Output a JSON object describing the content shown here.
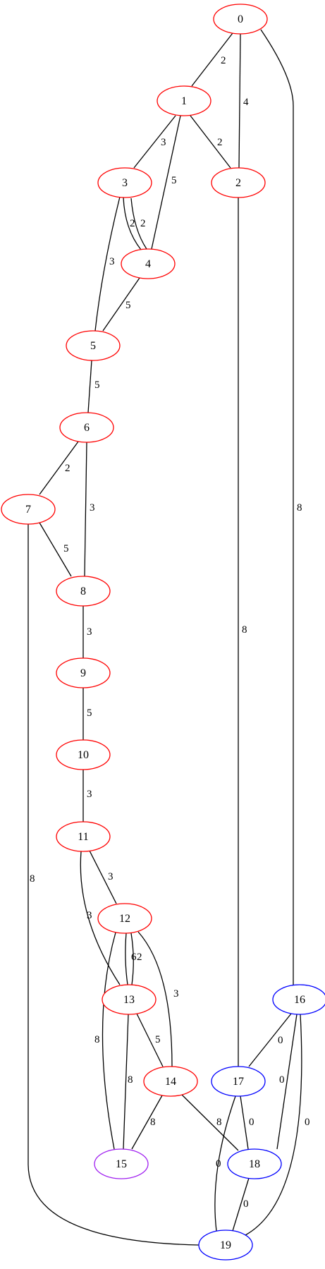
{
  "colors": {
    "red": "#ff0000",
    "blue": "#0000ff",
    "purple": "#a020f0",
    "edge": "#000000"
  },
  "nodes": [
    {
      "id": "0",
      "label": "0",
      "color": "red"
    },
    {
      "id": "1",
      "label": "1",
      "color": "red"
    },
    {
      "id": "2",
      "label": "2",
      "color": "red"
    },
    {
      "id": "3",
      "label": "3",
      "color": "red"
    },
    {
      "id": "4",
      "label": "4",
      "color": "red"
    },
    {
      "id": "5",
      "label": "5",
      "color": "red"
    },
    {
      "id": "6",
      "label": "6",
      "color": "red"
    },
    {
      "id": "7",
      "label": "7",
      "color": "red"
    },
    {
      "id": "8",
      "label": "8",
      "color": "red"
    },
    {
      "id": "9",
      "label": "9",
      "color": "red"
    },
    {
      "id": "10",
      "label": "10",
      "color": "red"
    },
    {
      "id": "11",
      "label": "11",
      "color": "red"
    },
    {
      "id": "12",
      "label": "12",
      "color": "red"
    },
    {
      "id": "13",
      "label": "13",
      "color": "red"
    },
    {
      "id": "14",
      "label": "14",
      "color": "red"
    },
    {
      "id": "15",
      "label": "15",
      "color": "purple"
    },
    {
      "id": "16",
      "label": "16",
      "color": "blue"
    },
    {
      "id": "17",
      "label": "17",
      "color": "blue"
    },
    {
      "id": "18",
      "label": "18",
      "color": "blue"
    },
    {
      "id": "19",
      "label": "19",
      "color": "blue"
    }
  ],
  "edges": [
    {
      "from": "0",
      "to": "1",
      "label": "2"
    },
    {
      "from": "0",
      "to": "2",
      "label": "4"
    },
    {
      "from": "0",
      "to": "16",
      "label": "8"
    },
    {
      "from": "1",
      "to": "3",
      "label": "3"
    },
    {
      "from": "1",
      "to": "2",
      "label": "2"
    },
    {
      "from": "1",
      "to": "4",
      "label": "5"
    },
    {
      "from": "2",
      "to": "17",
      "label": "8"
    },
    {
      "from": "3",
      "to": "4",
      "label": "2"
    },
    {
      "from": "3",
      "to": "4",
      "label": "2"
    },
    {
      "from": "3",
      "to": "5",
      "label": "3"
    },
    {
      "from": "4",
      "to": "5",
      "label": "5"
    },
    {
      "from": "5",
      "to": "6",
      "label": "5"
    },
    {
      "from": "6",
      "to": "7",
      "label": "2"
    },
    {
      "from": "6",
      "to": "8",
      "label": "3"
    },
    {
      "from": "7",
      "to": "8",
      "label": "5"
    },
    {
      "from": "7",
      "to": "19",
      "label": "8"
    },
    {
      "from": "8",
      "to": "9",
      "label": "3"
    },
    {
      "from": "9",
      "to": "10",
      "label": "5"
    },
    {
      "from": "10",
      "to": "11",
      "label": "3"
    },
    {
      "from": "11",
      "to": "12",
      "label": "3"
    },
    {
      "from": "11",
      "to": "13",
      "label": "3"
    },
    {
      "from": "12",
      "to": "13",
      "label": "6"
    },
    {
      "from": "12",
      "to": "13",
      "label": "2"
    },
    {
      "from": "12",
      "to": "14",
      "label": "3"
    },
    {
      "from": "12",
      "to": "15",
      "label": "8"
    },
    {
      "from": "13",
      "to": "14",
      "label": "5"
    },
    {
      "from": "13",
      "to": "15",
      "label": "8"
    },
    {
      "from": "14",
      "to": "15",
      "label": "8"
    },
    {
      "from": "14",
      "to": "18",
      "label": "8"
    },
    {
      "from": "16",
      "to": "17",
      "label": "0"
    },
    {
      "from": "16",
      "to": "18",
      "label": "0"
    },
    {
      "from": "16",
      "to": "19",
      "label": "0"
    },
    {
      "from": "17",
      "to": "18",
      "label": "0"
    },
    {
      "from": "17",
      "to": "19",
      "label": "0"
    },
    {
      "from": "18",
      "to": "19",
      "label": "0"
    }
  ]
}
